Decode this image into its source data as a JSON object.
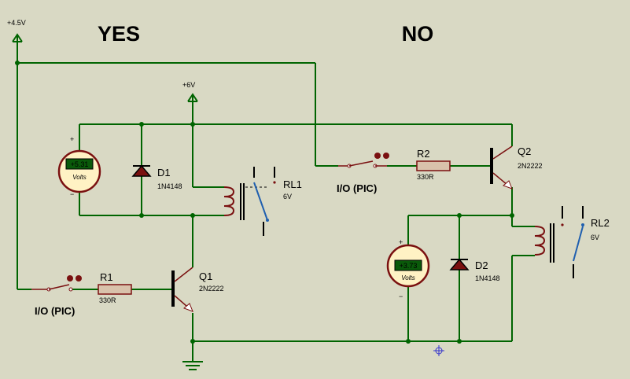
{
  "headings": {
    "yes": "YES",
    "no": "NO"
  },
  "colors": {
    "background": "#d9d9c4",
    "wire": "#006400",
    "component": "#7a1010",
    "yes": "#33dd33",
    "no": "#ee0000",
    "meter_face": "#fff2c4",
    "meter_display": "#0a5a0a",
    "meter_text": "#ffffff",
    "junction": "#006400",
    "switch": "#1f5faf"
  },
  "supplies": {
    "left": "+4.5V",
    "mid": "+6V"
  },
  "meters": {
    "left": {
      "value": "+5.31",
      "unit": "Volts",
      "plus": "+",
      "minus": "−"
    },
    "right": {
      "value": "+3.73",
      "unit": "Volts",
      "plus": "+",
      "minus": "−"
    }
  },
  "components": {
    "d1": {
      "name": "D1",
      "part": "1N4148"
    },
    "d2": {
      "name": "D2",
      "part": "1N4148"
    },
    "rl1": {
      "name": "RL1",
      "value": "6V"
    },
    "rl2": {
      "name": "RL2",
      "value": "6V"
    },
    "r1": {
      "name": "R1",
      "value": "330R"
    },
    "r2": {
      "name": "R2",
      "value": "330R"
    },
    "q1": {
      "name": "Q1",
      "part": "2N2222"
    },
    "q2": {
      "name": "Q2",
      "part": "2N2222"
    }
  },
  "switches": {
    "left": "I/O (PIC)",
    "right": "I/O (PIC)"
  }
}
